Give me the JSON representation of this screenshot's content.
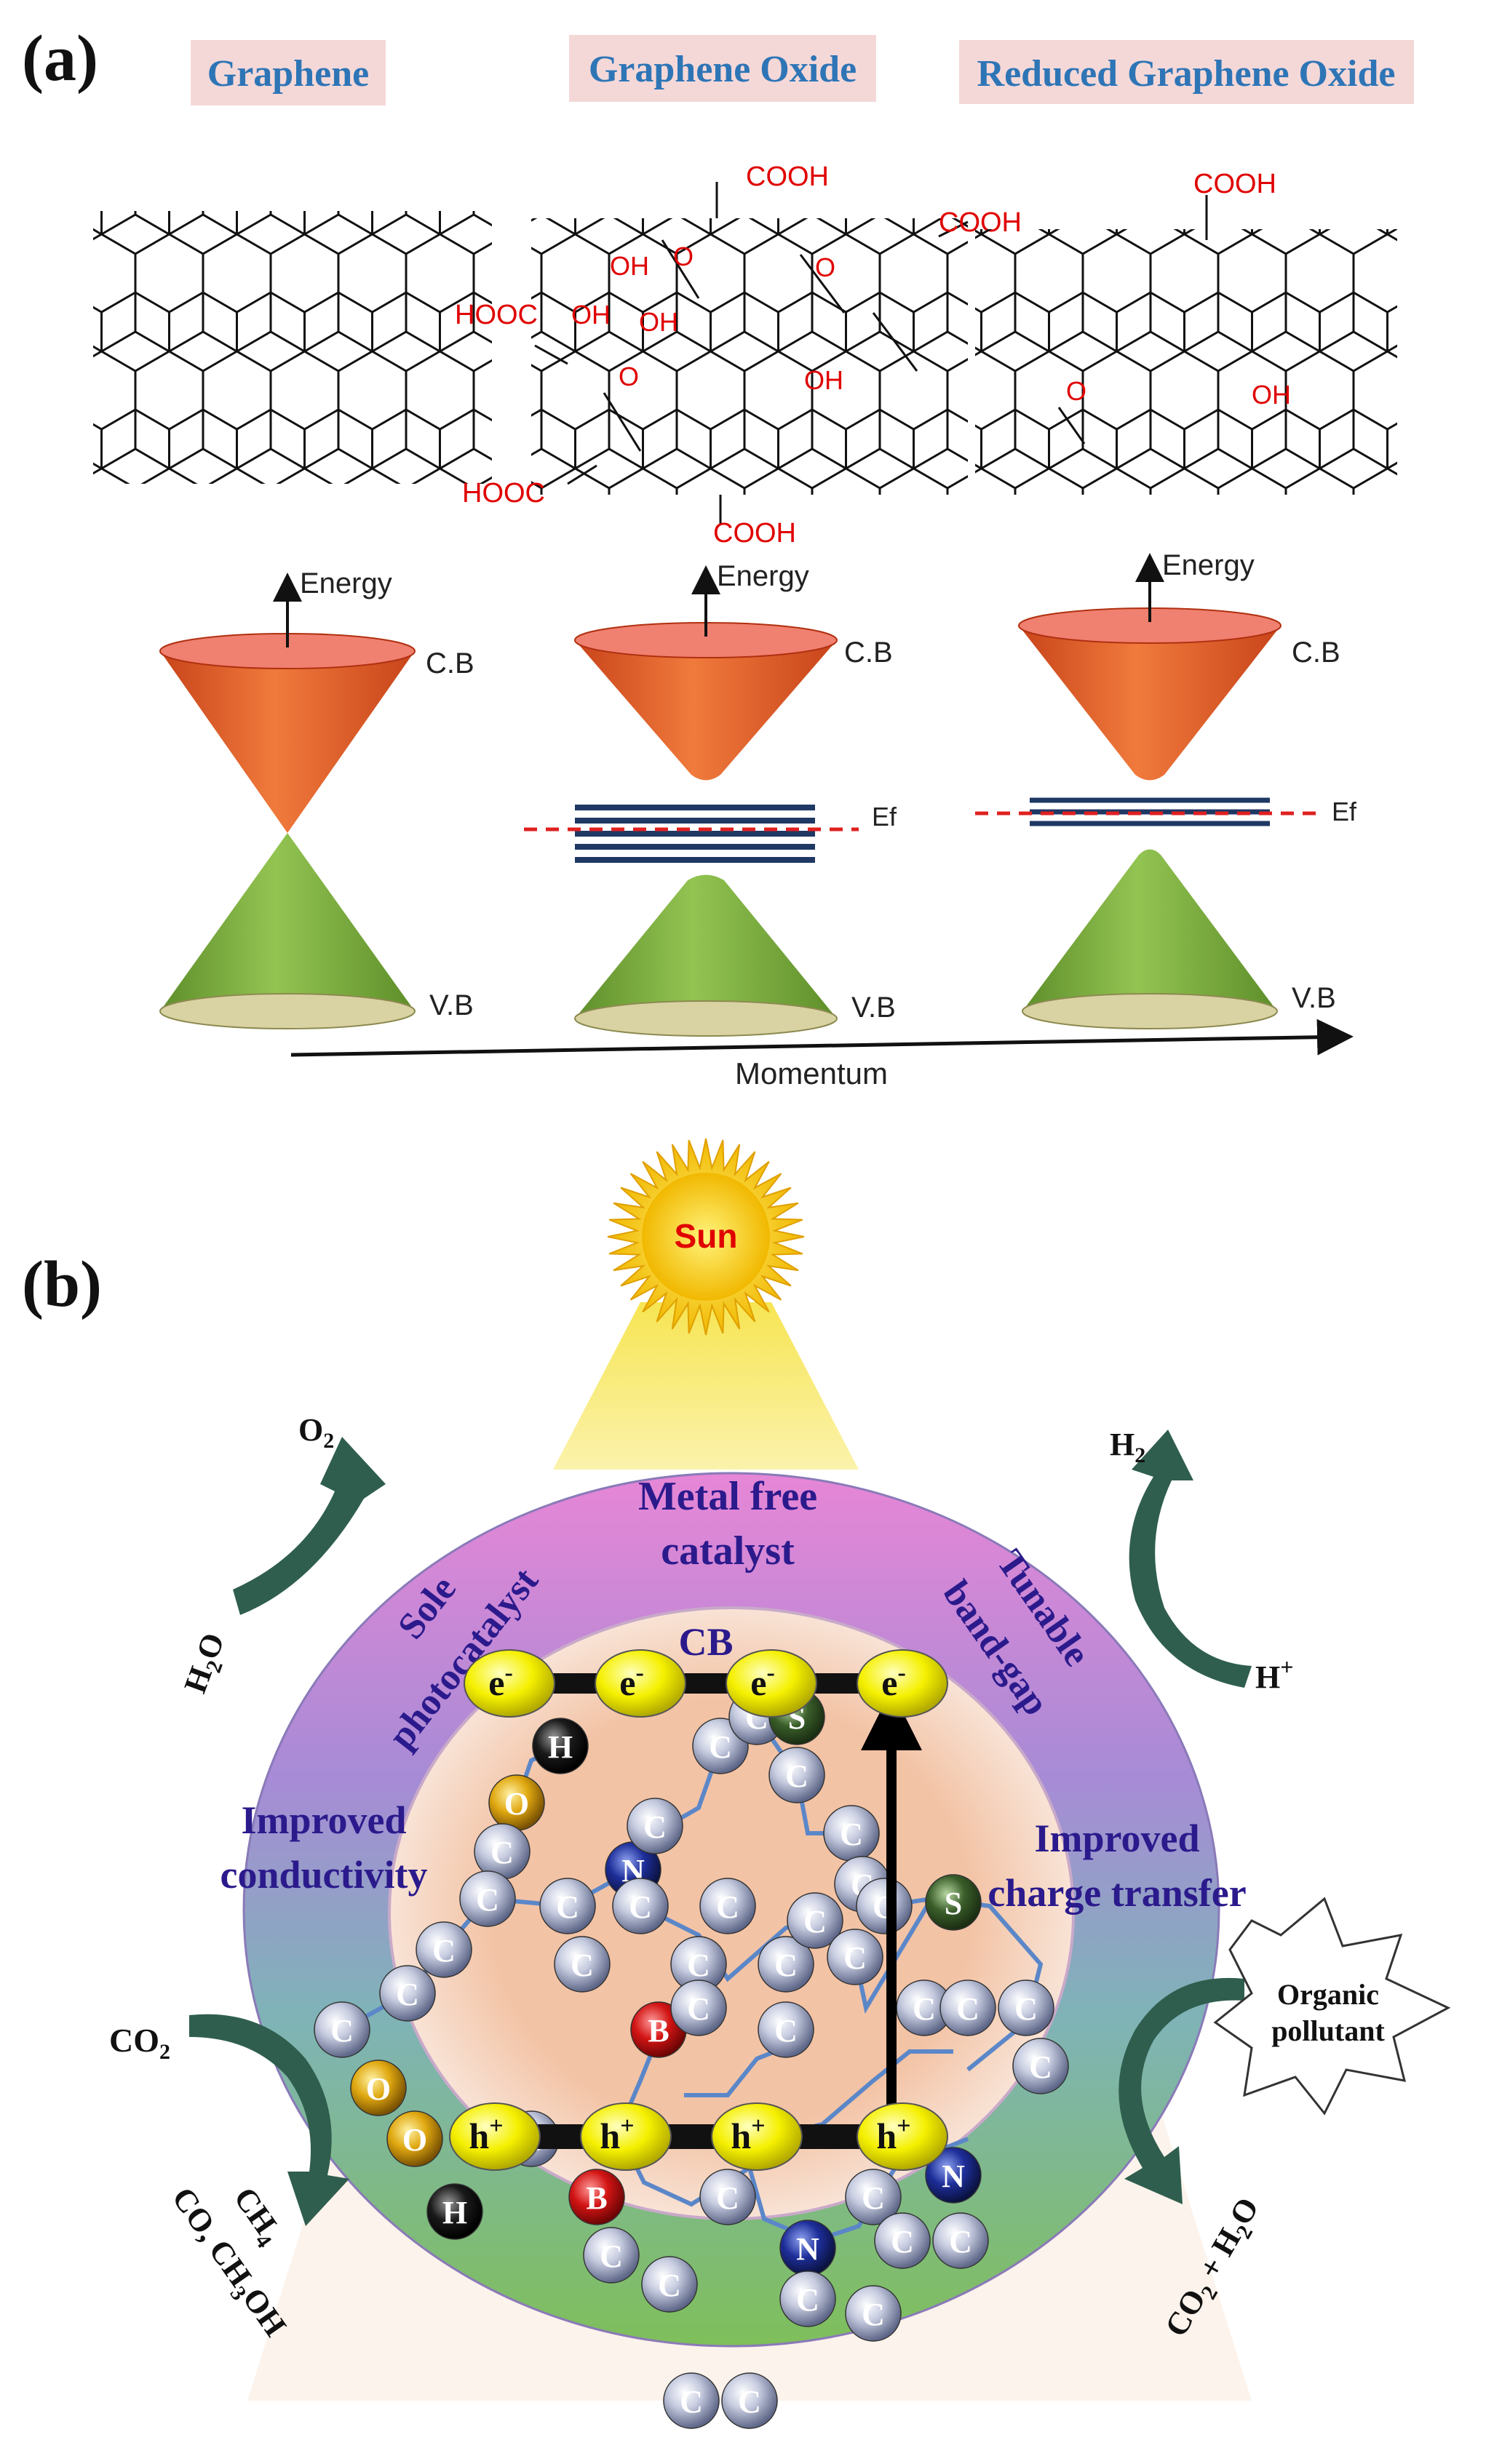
{
  "panel_a": {
    "label": "(a)",
    "titles": {
      "graphene": "Graphene",
      "graphene_oxide": "Graphene Oxide",
      "rgo": "Reduced Graphene Oxide"
    },
    "go_groups": {
      "cooh_top": "COOH",
      "cooh_right": "COOH",
      "hooc_left": "HOOC",
      "hooc_bottom": "HOOC",
      "cooh_bottom": "COOH",
      "oh1": "OH",
      "oh2": "OH",
      "oh3": "OH",
      "oh4": "OH",
      "o1": "O",
      "o2": "O",
      "o3": "O"
    },
    "rgo_groups": {
      "cooh": "COOH",
      "o": "O",
      "oh": "OH"
    },
    "band": {
      "energy": "Energy",
      "cb": "C.B",
      "vb": "V.B",
      "ef": "Ef",
      "momentum": "Momentum"
    },
    "colors": {
      "cb": "#E05A1F",
      "vb": "#7DB040",
      "title": "#2E75B6",
      "title_bg": "#F4D8D8",
      "group": "#E00000",
      "ef": "#E02020",
      "level": "#1F3864"
    }
  },
  "panel_b": {
    "label": "(b)",
    "sun": "Sun",
    "ring_labels": {
      "metal_free_1": "Metal free",
      "metal_free_2": "catalyst",
      "sole_1": "Sole",
      "sole_2": "photocatalyst",
      "tunable_1": "Tunable",
      "tunable_2": "band-gap",
      "improved_cond_1": "Improved",
      "improved_cond_2": "conductivity",
      "improved_charge_1": "Improved",
      "improved_charge_2": "charge transfer"
    },
    "cb": "CB",
    "electron": "e",
    "hole": "h",
    "minus": "-",
    "plus": "+",
    "reactions": {
      "o2": "O",
      "o2_sub": "2",
      "h2o": "H",
      "h2o_sub": "2",
      "h2o_o": "O",
      "h2": "H",
      "h2_sub": "2",
      "hplus": "H",
      "co2": "CO",
      "co2_sub": "2",
      "ch4": "CH",
      "ch4_sub": "4",
      "co_ch3oh_1": "CO, CH",
      "co_ch3oh_sub": "3",
      "co_ch3oh_2": "OH",
      "organic_1": "Organic",
      "organic_2": "pollutant",
      "product_1": "CO",
      "product_sub": "2",
      "product_2": " + H",
      "product_sub2": "2",
      "product_3": "O"
    },
    "atoms": {
      "c": "C",
      "n": "N",
      "s": "S",
      "b": "B",
      "o": "O",
      "h": "H"
    },
    "colors": {
      "ring_label": "#2B1A8C",
      "arrow": "#2F5E4E",
      "sun": "#F5C400",
      "sun_text": "#E00000"
    }
  }
}
